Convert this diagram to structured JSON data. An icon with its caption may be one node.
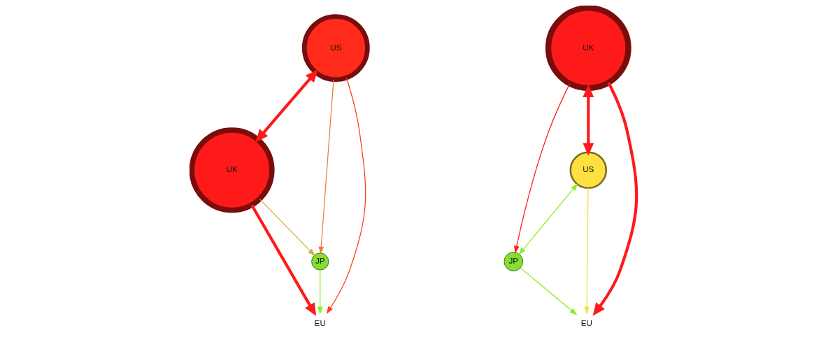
{
  "diagram": {
    "nodes": [
      {
        "text": [
          "US"
        ]
      },
      {
        "text": [
          "UK"
        ]
      },
      {
        "text": [
          "EU"
        ]
      },
      {
        "text": [
          "JP"
        ]
      },
      {
        "text": [
          "JP"
        ]
      },
      {
        "text": [
          "US"
        ]
      },
      {
        "text": [
          "UK"
        ]
      },
      {
        "text": [
          "EU"
        ]
      }
    ],
    "edges": [
      {
        "from": 0,
        "to": 2,
        "arrow": "to",
        "color": "#ff3a1a"
      },
      {
        "from": 1,
        "to": 2,
        "arrow": "to",
        "style": "thick",
        "color": "#ff1a1a"
      },
      {
        "from": 0,
        "to": 1,
        "arrow": "both",
        "style": "thick",
        "color": "#ff1a1a"
      },
      {
        "from": 0,
        "to": 3,
        "arrow": "to",
        "color": "#e8803a"
      },
      {
        "from": 1,
        "to": 3,
        "arrow": "to",
        "color": "#c8b040"
      },
      {
        "from": 3,
        "to": 2,
        "arrow": "to",
        "color": "#88ee22"
      },
      {
        "from": 5,
        "to": 4,
        "arrow": "both",
        "color": "#88ee22"
      },
      {
        "from": 4,
        "to": 7,
        "arrow": "to",
        "color": "#88ee22"
      },
      {
        "from": 6,
        "to": 4,
        "arrow": "to",
        "color": "#ff1a1a"
      },
      {
        "from": 6,
        "to": 5,
        "arrow": "both",
        "style": "thick",
        "color": "#ff1a1a"
      },
      {
        "from": 5,
        "to": 7,
        "arrow": "to",
        "color": "#f0e040"
      },
      {
        "from": 6,
        "to": 7,
        "arrow": "to",
        "style": "thick",
        "color": "#ff1a1a"
      }
    ]
  }
}
